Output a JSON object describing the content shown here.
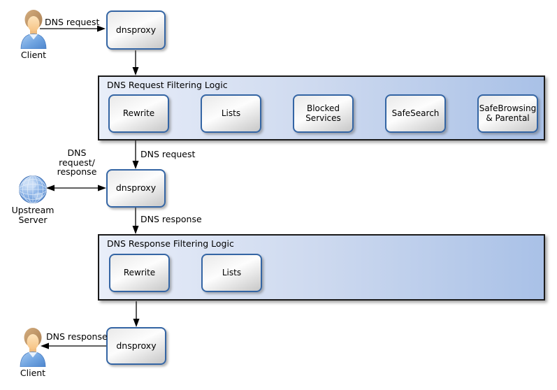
{
  "diagram": {
    "actors": {
      "client_top": {
        "label": "Client"
      },
      "upstream_server": {
        "label": "Upstream\nServer"
      },
      "client_bottom": {
        "label": "Client"
      }
    },
    "proxies": {
      "top": {
        "label": "dnsproxy"
      },
      "middle": {
        "label": "dnsproxy"
      },
      "bottom": {
        "label": "dnsproxy"
      }
    },
    "containers": {
      "request": {
        "title": "DNS Request Filtering Logic",
        "nodes": [
          {
            "label": "Rewrite"
          },
          {
            "label": "Lists"
          },
          {
            "label": "Blocked Services"
          },
          {
            "label": "SafeSearch"
          },
          {
            "label": "SafeBrowsing & Parental"
          }
        ]
      },
      "response": {
        "title": "DNS Response Filtering Logic",
        "nodes": [
          {
            "label": "Rewrite"
          },
          {
            "label": "Lists"
          }
        ]
      }
    },
    "edge_labels": {
      "client_request": "DNS request",
      "filtered_request": "DNS request",
      "upstream_exchange": "DNS\nrequest/\nresponse",
      "proxy_response": "DNS response",
      "client_response": "DNS response"
    },
    "colors": {
      "node_border": "#3465a4",
      "node_fill_light": "#fdfdfd",
      "node_fill_dark": "#c7c7c7",
      "container_border": "#1a1a1a",
      "container_gradient_start": "#e9eef9",
      "container_gradient_end": "#a9c1e7",
      "arrow": "#000000",
      "globe_blue": "#5487cf",
      "shirt_blue": "#6fa3e0"
    }
  }
}
